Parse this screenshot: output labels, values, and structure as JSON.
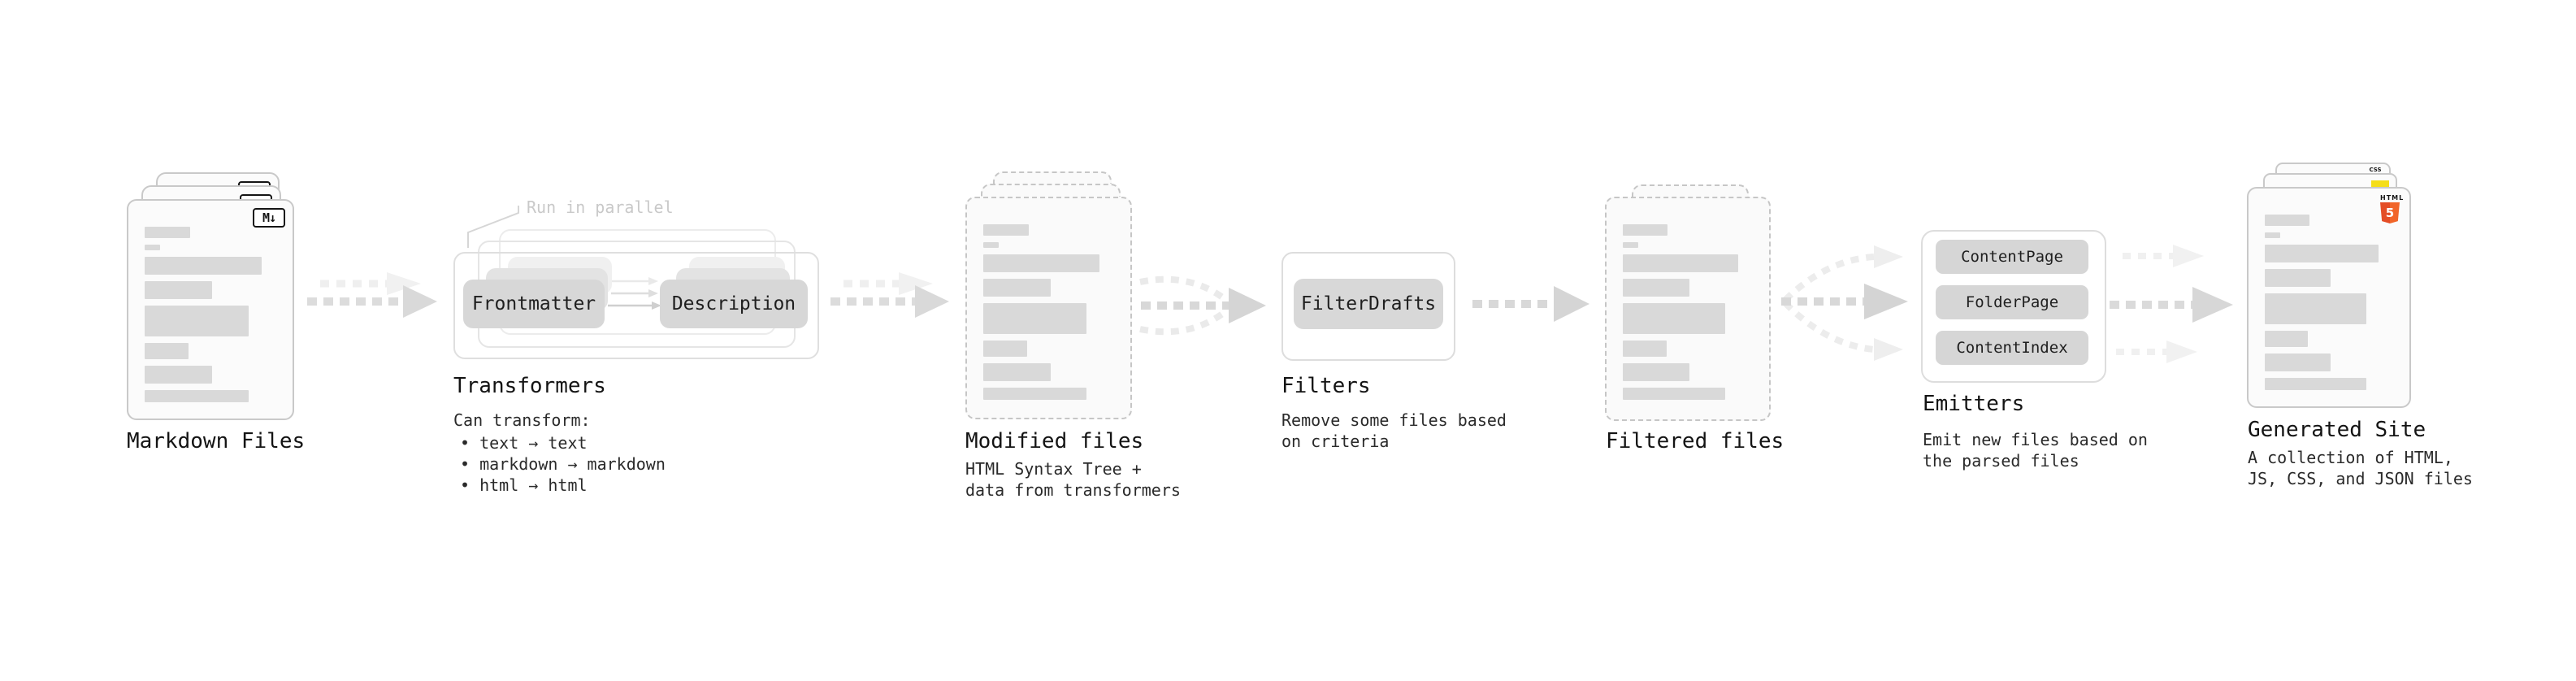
{
  "nodes": {
    "markdown_files": {
      "label": "Markdown Files",
      "icon_glyph": "M↓"
    },
    "transformers": {
      "label": "Transformers",
      "annotation": "Run in parallel",
      "source_box": "Frontmatter",
      "target_box": "Description",
      "caption_title": "Can transform:",
      "bullets": [
        "• text → text",
        "• markdown → markdown",
        "• html → html"
      ]
    },
    "modified_files": {
      "label": "Modified files",
      "caption_line1": "HTML Syntax Tree +",
      "caption_line2": "data from transformers"
    },
    "filters": {
      "label": "Filters",
      "box": "FilterDrafts",
      "caption_line1": "Remove some files based",
      "caption_line2": "on criteria"
    },
    "filtered_files": {
      "label": "Filtered files"
    },
    "emitters": {
      "label": "Emitters",
      "boxes": [
        "ContentPage",
        "FolderPage",
        "ContentIndex"
      ],
      "caption_line1": "Emit new files based on",
      "caption_line2": "the parsed files"
    },
    "generated_site": {
      "label": "Generated Site",
      "caption_line1": "A collection of HTML,",
      "caption_line2": "JS, CSS, and JSON files",
      "html5_icon": {
        "title": "HTML",
        "digit": "5",
        "color": "#e44d26",
        "color_light": "#f16529"
      },
      "css_icon": {
        "title": "CSS",
        "bar_color": "#2b63e8"
      },
      "js_icon": {
        "color": "#f5de19"
      }
    }
  },
  "shared": {
    "doc_bars": [
      [
        35,
        14
      ],
      [
        12,
        7
      ],
      [
        90,
        22
      ],
      [
        52,
        22
      ],
      [
        80,
        38
      ],
      [
        34,
        20
      ],
      [
        52,
        22
      ],
      [
        80,
        15
      ]
    ]
  },
  "colors": {
    "card_border": "#c9c9c9",
    "placeholder_bar": "#d9d9d9",
    "arrow_dark": "#d8d8d8",
    "arrow_light": "#ededed",
    "button_bg": "#d7d7d7"
  }
}
